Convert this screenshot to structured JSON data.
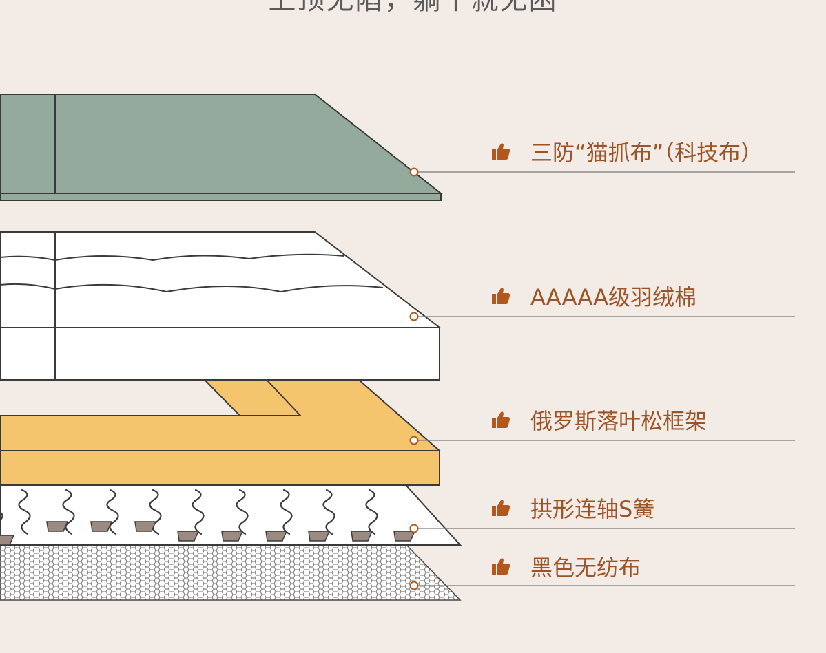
{
  "heading": "上顶无陷，躺个就无困",
  "layers": [
    {
      "label": "三防“猫抓布”（科技布）",
      "icon": "thumbs-up-icon"
    },
    {
      "label": "AAAAA级羽绒棉",
      "icon": "thumbs-up-icon"
    },
    {
      "label": "俄罗斯落叶松框架",
      "icon": "thumbs-up-icon"
    },
    {
      "label": "拱形连轴S簧",
      "icon": "thumbs-up-icon"
    },
    {
      "label": "黑色无纺布",
      "icon": "thumbs-up-icon"
    }
  ],
  "colors": {
    "background": "#f2ebe6",
    "fabric": "#93aa9c",
    "frame": "#f4c56c",
    "outline": "#3a3a3a",
    "accent": "#9c5426",
    "spring_clip": "#9a8a80"
  }
}
